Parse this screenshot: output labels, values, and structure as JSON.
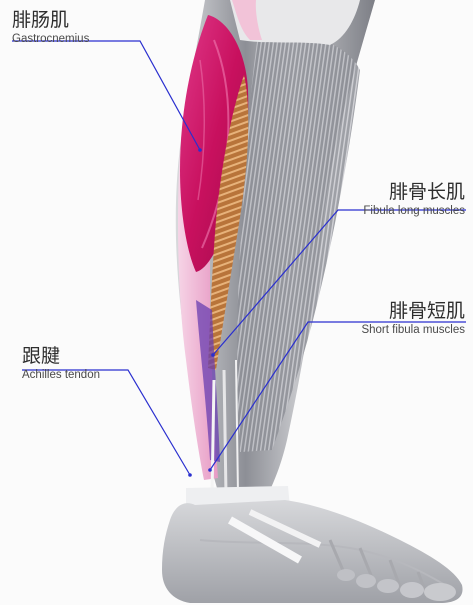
{
  "labels": {
    "gastrocnemius": {
      "cn": "腓肠肌",
      "en": "Gastrocnemius"
    },
    "fibula_long": {
      "cn": "腓骨长肌",
      "en": "Fibula long muscles"
    },
    "fibula_short": {
      "cn": "腓骨短肌",
      "en": "Short fibula muscles"
    },
    "achilles": {
      "cn": "跟腱",
      "en": "Achilles tendon"
    }
  },
  "colors": {
    "leader_line": "#2a2fcf",
    "gastrocnemius_muscle": "#c8105e",
    "fibula_long_muscle": "#b8743a",
    "leg_gray": "#9a9ca3",
    "skin_pink": "#f3c6dc",
    "tendon_purple": "#6a3fb0"
  }
}
